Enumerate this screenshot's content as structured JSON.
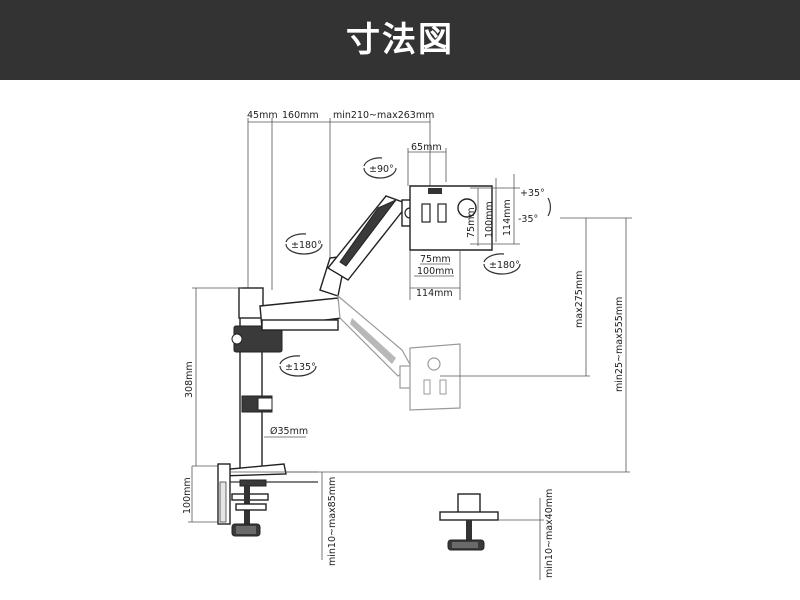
{
  "header": {
    "title": "寸法図"
  },
  "labels": {
    "offset_45": "45mm",
    "offset_160": "160mm",
    "reach": "min210~max263mm",
    "vesa_offset": "65mm",
    "swivel_90": "±90°",
    "swivel_180_arm": "±180°",
    "rotate_180_plate": "±180°",
    "swivel_135": "±135°",
    "tilt_plus": "+35°",
    "tilt_minus": "-35°",
    "vesa_75_h": "75mm",
    "vesa_100_h": "100mm",
    "vesa_114_h": "114mm",
    "vesa_75_w": "75mm",
    "vesa_100_w": "100mm",
    "vesa_114_w": "114mm",
    "pole_height": "308mm",
    "arm_height_range": "max275mm",
    "vesa_height_range": "min25~max555mm",
    "pole_diameter": "Ø35mm",
    "clamp_height": "100mm",
    "clamp_range": "min10~max85mm",
    "grommet_range": "min10~max40mm"
  }
}
